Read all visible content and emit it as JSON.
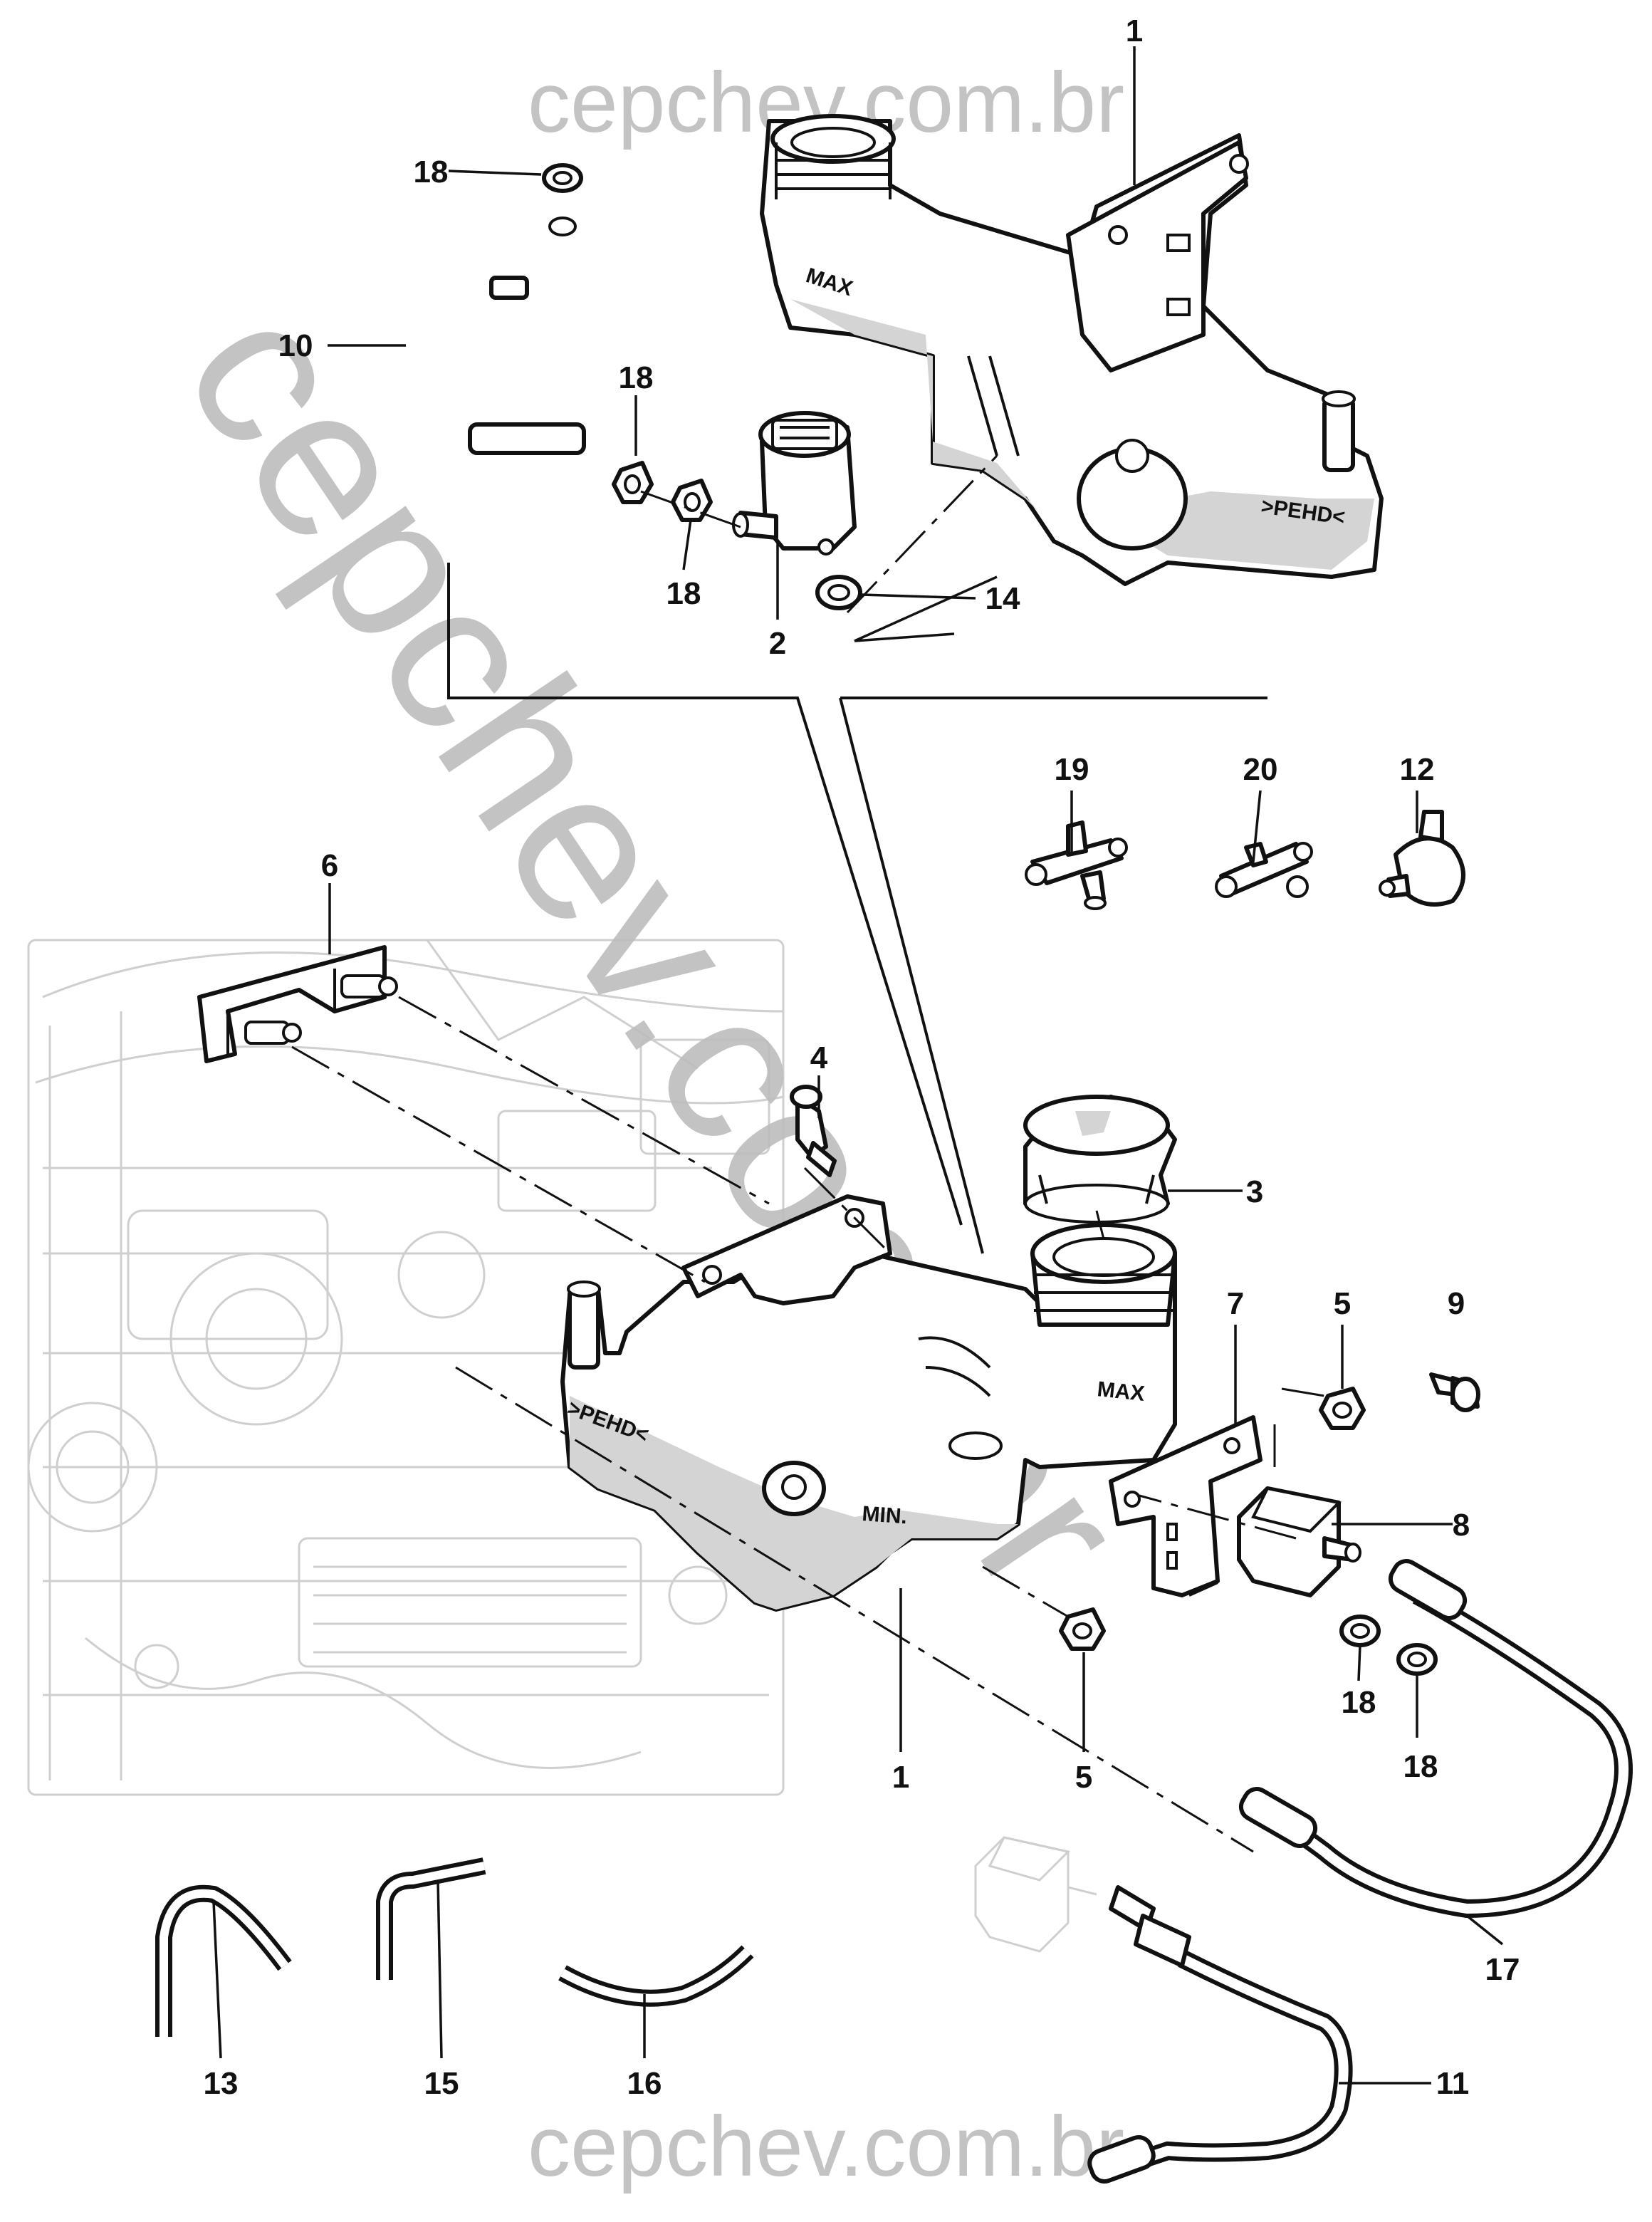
{
  "watermarks": {
    "top": "cepchev.com.br",
    "bottom": "cepchev.com.br",
    "diagonal": "cepchev.com.br"
  },
  "embossed": {
    "max_upper": "MAX",
    "max_lower": "MAX",
    "min_lower": "MIN.",
    "pedal_upper": ">PEHD<",
    "pedal_lower": ">PEHD<"
  },
  "callouts": [
    {
      "id": "c1a",
      "label": "1"
    },
    {
      "id": "c18a",
      "label": "18"
    },
    {
      "id": "c10",
      "label": "10"
    },
    {
      "id": "c18b",
      "label": "18"
    },
    {
      "id": "c18c",
      "label": "18"
    },
    {
      "id": "c2",
      "label": "2"
    },
    {
      "id": "c14",
      "label": "14"
    },
    {
      "id": "c19",
      "label": "19"
    },
    {
      "id": "c20",
      "label": "20"
    },
    {
      "id": "c12",
      "label": "12"
    },
    {
      "id": "c6",
      "label": "6"
    },
    {
      "id": "c4",
      "label": "4"
    },
    {
      "id": "c3",
      "label": "3"
    },
    {
      "id": "c7",
      "label": "7"
    },
    {
      "id": "c5a",
      "label": "5"
    },
    {
      "id": "c9",
      "label": "9"
    },
    {
      "id": "c8",
      "label": "8"
    },
    {
      "id": "c18d",
      "label": "18"
    },
    {
      "id": "c18e",
      "label": "18"
    },
    {
      "id": "c1b",
      "label": "1"
    },
    {
      "id": "c5b",
      "label": "5"
    },
    {
      "id": "c17",
      "label": "17"
    },
    {
      "id": "c13",
      "label": "13"
    },
    {
      "id": "c15",
      "label": "15"
    },
    {
      "id": "c16",
      "label": "16"
    },
    {
      "id": "c11",
      "label": "11"
    }
  ]
}
